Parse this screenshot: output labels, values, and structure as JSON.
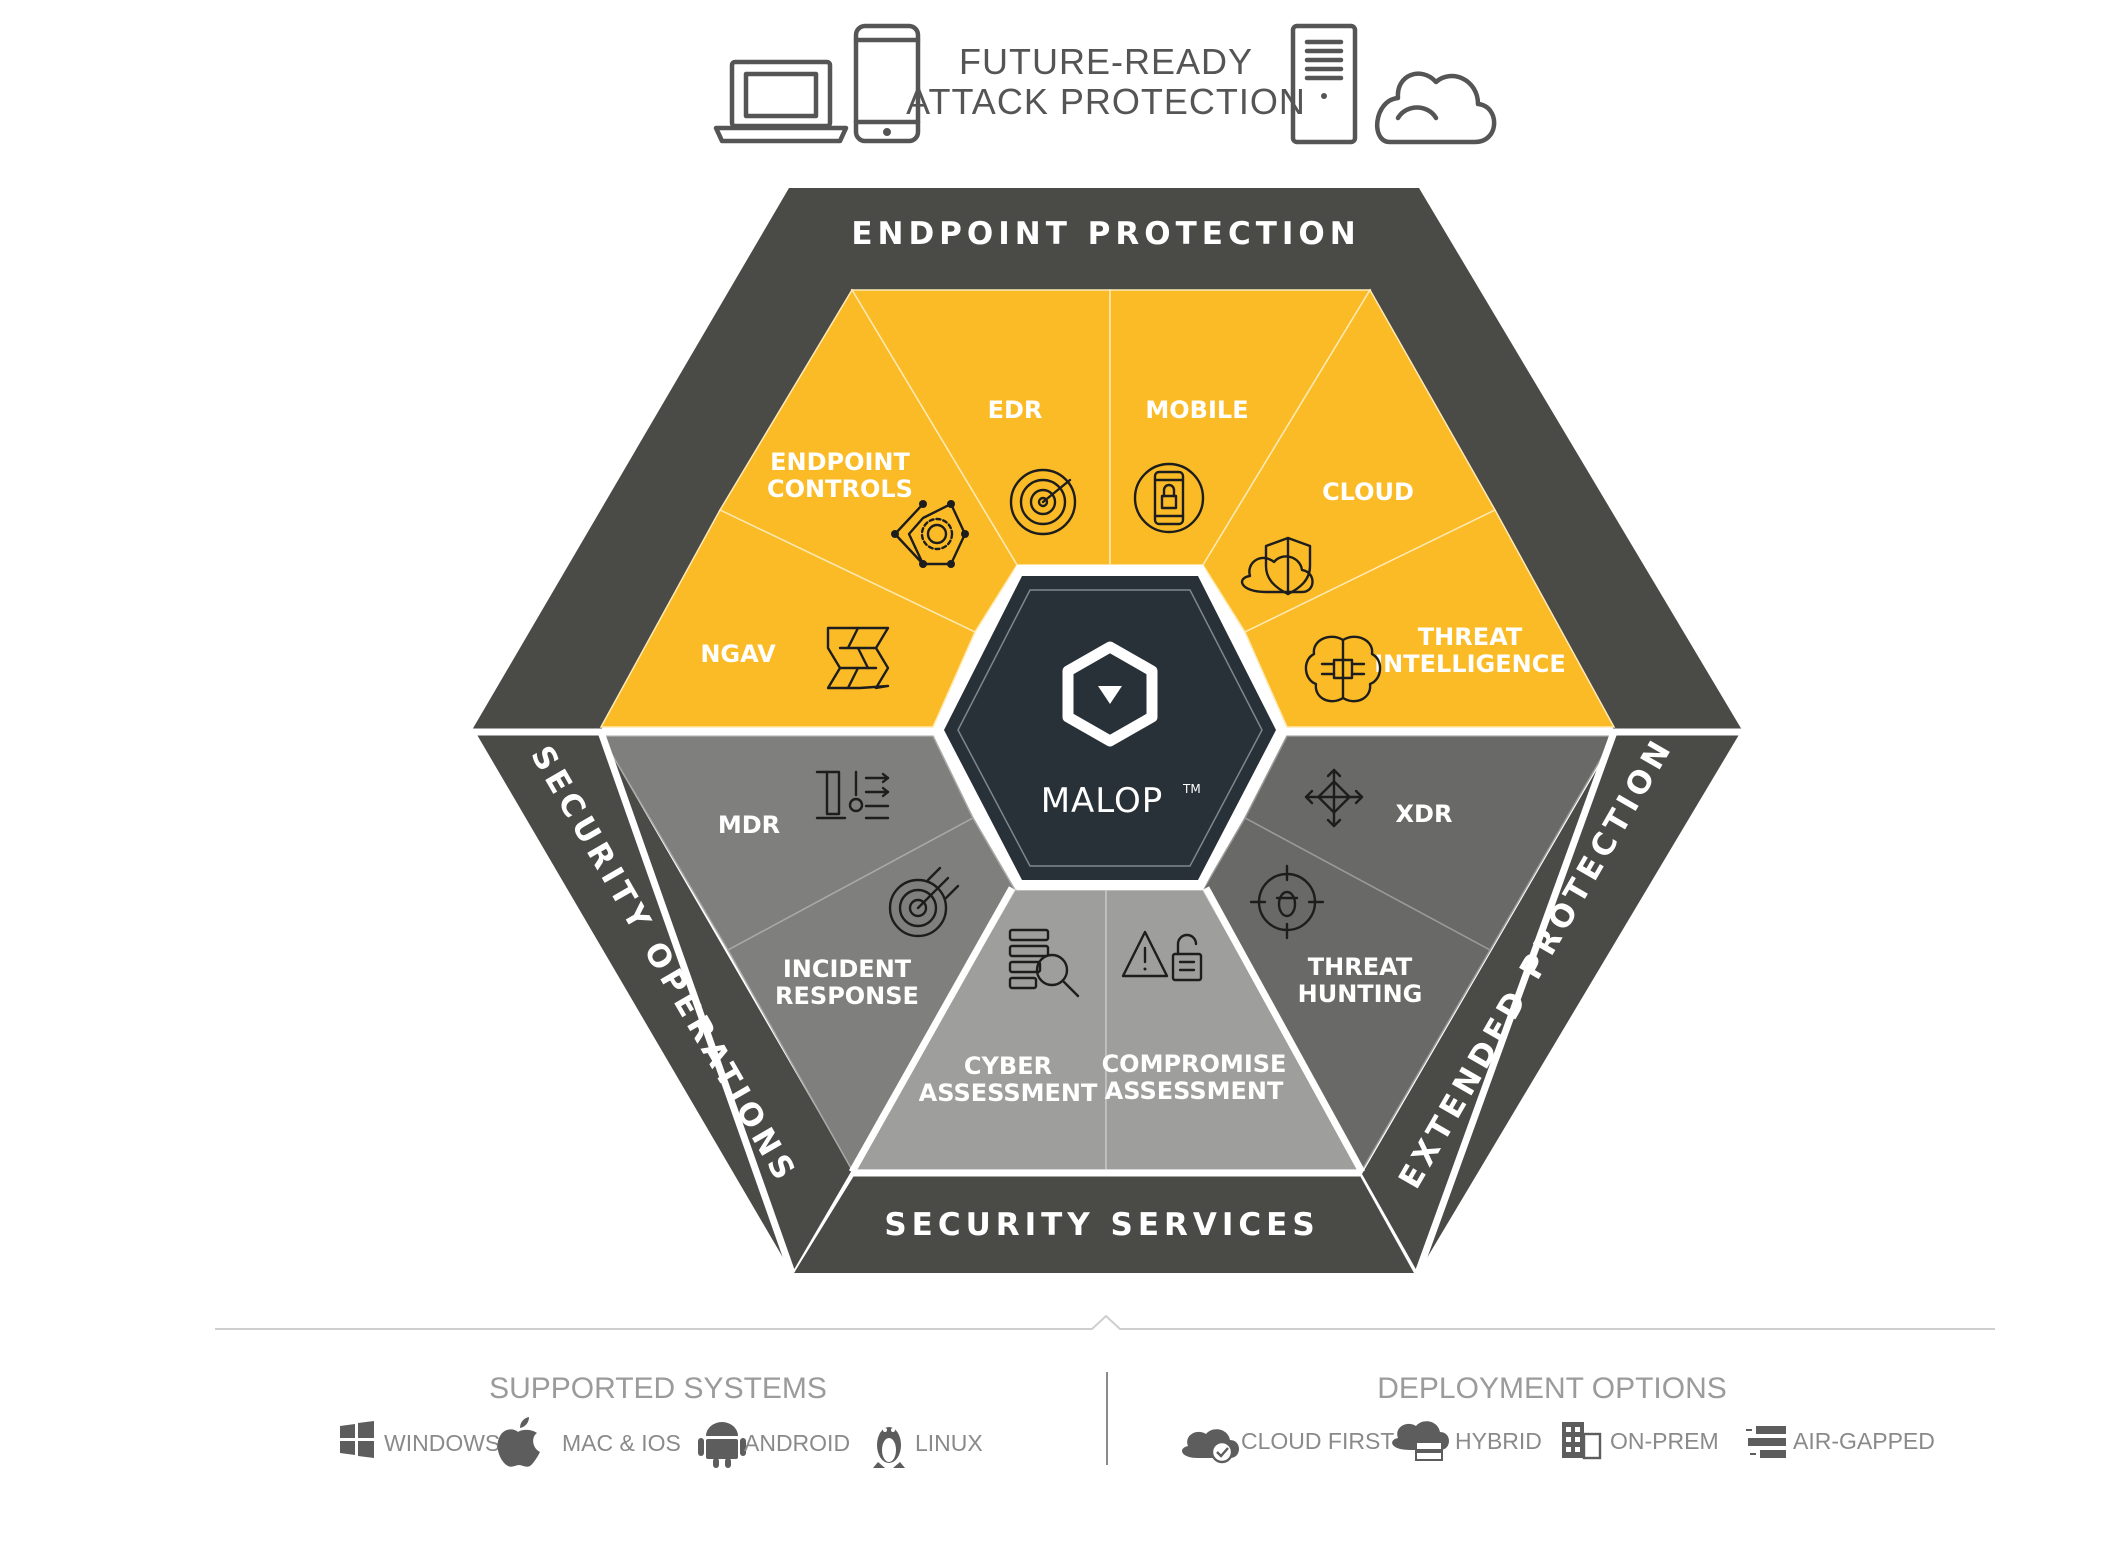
{
  "header": {
    "title_line1": "FUTURE-READY",
    "title_line2": "ATTACK PROTECTION",
    "devices": [
      "laptop-icon",
      "phone-icon",
      "server-icon",
      "cloud-icon"
    ]
  },
  "bands": {
    "top": "ENDPOINT PROTECTION",
    "left": "SECURITY OPERATIONS",
    "right": "EXTENDED PROTECTION",
    "bottom": "SECURITY SERVICES"
  },
  "segments": {
    "edr": "EDR",
    "mobile": "MOBILE",
    "endpoint_controls": [
      "ENDPOINT",
      "CONTROLS"
    ],
    "cloud": "CLOUD",
    "ngav": "NGAV",
    "threat_intelligence": [
      "THREAT",
      "INTELLIGENCE"
    ],
    "mdr": "MDR",
    "xdr": "XDR",
    "incident_response": [
      "INCIDENT",
      "RESPONSE"
    ],
    "threat_hunting": [
      "THREAT",
      "HUNTING"
    ],
    "cyber_assessment": [
      "CYBER",
      "ASSESSMENT"
    ],
    "compromise_assessment": [
      "COMPROMISE",
      "ASSESSMENT"
    ]
  },
  "center": {
    "label": "MALOP",
    "tm": "TM"
  },
  "colors": {
    "band_dark": "#4a4a47",
    "top_segments": "#fbbb26",
    "left_segments": "#7f7f7d",
    "right_segments": "#696967",
    "bottom_segments": "#9e9e9c",
    "center": "#283038"
  },
  "footer": {
    "supported_title": "SUPPORTED SYSTEMS",
    "supported": [
      "WINDOWS",
      "MAC & IOS",
      "ANDROID",
      "LINUX"
    ],
    "deployment_title": "DEPLOYMENT OPTIONS",
    "deployment": [
      "CLOUD FIRST",
      "HYBRID",
      "ON-PREM",
      "AIR-GAPPED"
    ]
  }
}
